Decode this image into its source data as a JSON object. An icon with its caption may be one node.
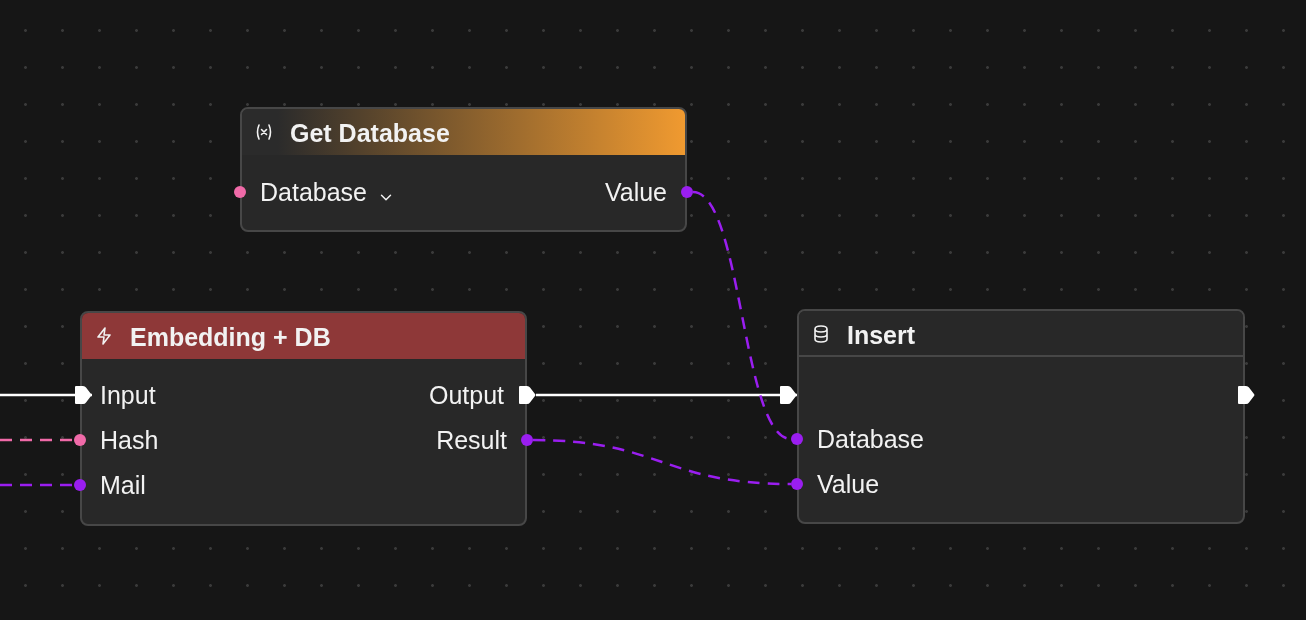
{
  "diagram": {
    "nodes": [
      {
        "text": [
          "Get Database"
        ]
      },
      {
        "text": [
          "Database"
        ],
        "in": 0
      },
      {
        "text": [
          "Value"
        ],
        "in": 0
      },
      {
        "text": [
          "Embedding + DB"
        ]
      },
      {
        "text": [
          "Input"
        ],
        "in": 3
      },
      {
        "text": [
          "Hash"
        ],
        "in": 3
      },
      {
        "text": [
          "Mail"
        ],
        "in": 3
      },
      {
        "text": [
          "Output"
        ],
        "in": 3
      },
      {
        "text": [
          "Result"
        ],
        "in": 3
      },
      {
        "text": [
          "Insert"
        ]
      },
      {
        "text": [
          "Database"
        ],
        "in": 9
      },
      {
        "text": [
          "Value"
        ],
        "in": 9
      }
    ],
    "edges": [
      {
        "from": null,
        "to": 4,
        "arrow": "to",
        "color": "#ffffff"
      },
      {
        "from": null,
        "to": 5,
        "arrow": "none",
        "style": "dashed",
        "color": "#f06aa8"
      },
      {
        "from": null,
        "to": 6,
        "arrow": "none",
        "style": "dashed",
        "color": "#9a1ef0"
      },
      {
        "from": 7,
        "to": 9,
        "arrow": "to",
        "color": "#ffffff"
      },
      {
        "from": 2,
        "to": 10,
        "arrow": "none",
        "style": "dashed",
        "color": "#9a1ef0"
      },
      {
        "from": 8,
        "to": 11,
        "arrow": "none",
        "style": "dashed",
        "color": "#9a1ef0"
      }
    ]
  }
}
